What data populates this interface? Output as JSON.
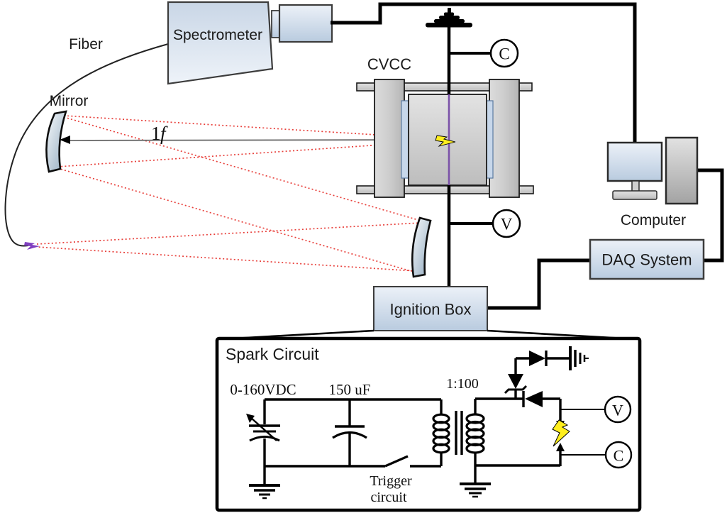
{
  "figure": {
    "optical_path": {
      "fiber_label": "Fiber",
      "mirror_label": "Mirror",
      "spectrometer_label": "Spectrometer",
      "focal_distance_num": "1",
      "focal_distance_f": "f"
    },
    "chamber": {
      "label": "CVCC",
      "current_probe": "C",
      "voltage_probe": "V"
    },
    "acquisition": {
      "computer_label": "Computer",
      "daq_label": "DAQ System"
    },
    "ignition": {
      "box_label": "Ignition Box"
    },
    "spark_circuit": {
      "title": "Spark Circuit",
      "supply_label": "0-160VDC",
      "capacitor_label": "150 uF",
      "transformer_ratio": "1:100",
      "trigger_label_line1": "Trigger",
      "trigger_label_line2": "circuit",
      "voltage_probe": "V",
      "current_probe": "C"
    },
    "colors": {
      "beam_red": "#e8413c",
      "electrode_purple": "#7b52a8",
      "fiber_tip_purple": "#8040c0",
      "spark_yellow": "#ffee1e",
      "box_blue_light": "#e9f0f7",
      "box_blue_dark": "#b9cbdf",
      "wire_black": "#000000"
    }
  }
}
